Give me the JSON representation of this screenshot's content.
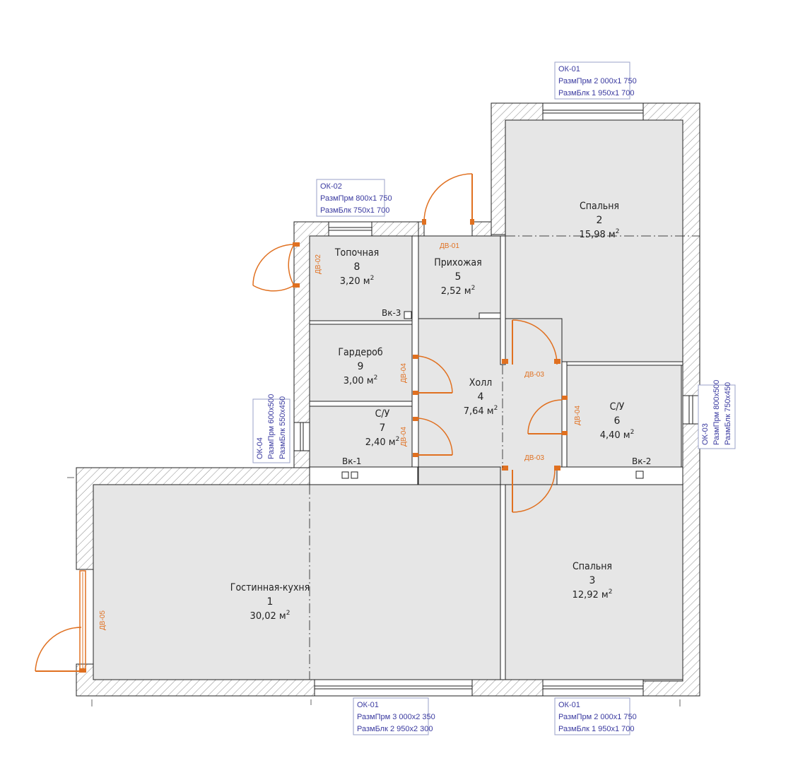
{
  "rooms": [
    {
      "id": "r1",
      "label": "Гостинная-кухня",
      "num": "1",
      "area": "30,02 м",
      "sup": "2"
    },
    {
      "id": "r2",
      "label": "Спальня",
      "num": "2",
      "area": "15,98 м",
      "sup": "2"
    },
    {
      "id": "r3",
      "label": "Спальня",
      "num": "3",
      "area": "12,92 м",
      "sup": "2"
    },
    {
      "id": "r4",
      "label": "Холл",
      "num": "4",
      "area": "7,64 м",
      "sup": "2"
    },
    {
      "id": "r5",
      "label": "Прихожая",
      "num": "5",
      "area": "2,52 м",
      "sup": "2"
    },
    {
      "id": "r6",
      "label": "С/У",
      "num": "6",
      "area": "4,40 м",
      "sup": "2"
    },
    {
      "id": "r7",
      "label": "С/У",
      "num": "7",
      "area": "2,40 м",
      "sup": "2"
    },
    {
      "id": "r8",
      "label": "Топочная",
      "num": "8",
      "area": "3,20 м",
      "sup": "2"
    },
    {
      "id": "r9",
      "label": "Гардероб",
      "num": "9",
      "area": "3,00 м",
      "sup": "2"
    }
  ],
  "window_tags": {
    "top_right": [
      "ОК-01",
      "РазмПрм  2 000х1 750",
      "РазмБлк  1 950х1 700"
    ],
    "top_left": [
      "ОК-02",
      "РазмПрм  800х1 750",
      "РазмБлк  750х1 700"
    ],
    "left": [
      "ОК-04",
      "РазмПрм  600х500",
      "РазмБлк  550х450"
    ],
    "right": [
      "ОК-03",
      "РазмПрм  800х500",
      "РазмБлк  750х450"
    ],
    "bottom_left": [
      "ОК-01",
      "РазмПрм  3 000х2 350",
      "РазмБлк  2 950х2 300"
    ],
    "bottom_right": [
      "ОК-01",
      "РазмПрм  2 000х1 750",
      "РазмБлк  1 950х1 700"
    ]
  },
  "door_tags": {
    "dv01": "ДВ-01",
    "dv02": "ДВ-02",
    "dv03a": "ДВ-03",
    "dv03b": "ДВ-03",
    "dv04a": "ДВ-04",
    "dv04b": "ДВ-04",
    "dv04c": "ДВ-04",
    "dv05": "ДВ-05"
  },
  "vents": {
    "vk1": "Вк-1",
    "vk2": "Вк-2",
    "vk3": "Вк-3"
  },
  "colors": {
    "wall_fill": "#ffffff",
    "wall_stroke": "#222222",
    "hatch": "#8a8a8a",
    "room_fill": "#e6e6e6",
    "door": "#e07020",
    "tag_border": "#9aa0c8",
    "tag_text": "#3a3aa0"
  }
}
